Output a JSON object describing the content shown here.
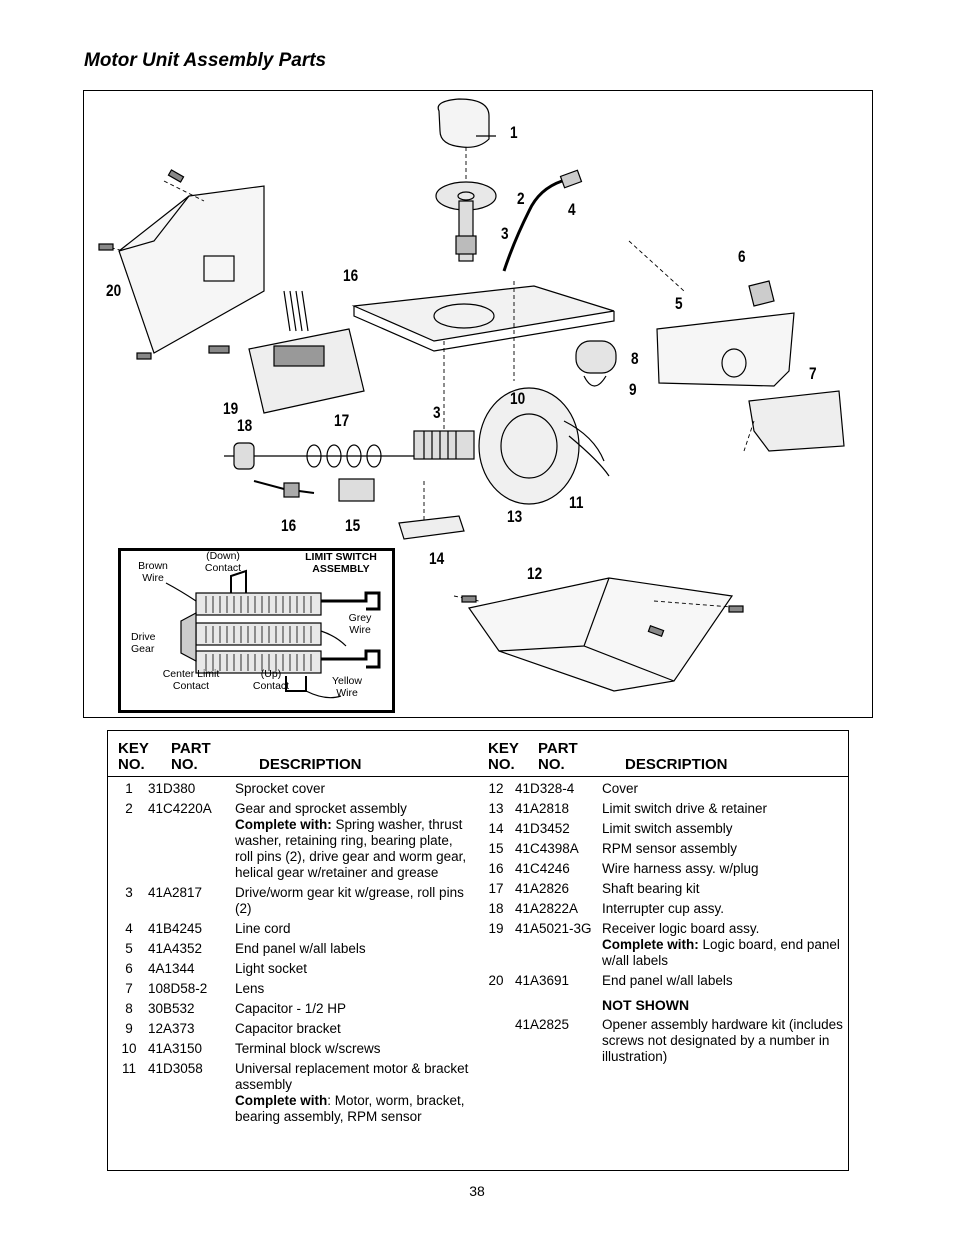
{
  "page": {
    "title": "Motor Unit Assembly Parts",
    "page_number": "38"
  },
  "figure": {
    "callouts": [
      "1",
      "2",
      "3",
      "4",
      "5",
      "6",
      "7",
      "8",
      "9",
      "10",
      "11",
      "12",
      "13",
      "14",
      "15",
      "16",
      "17",
      "18",
      "19",
      "20",
      "3",
      "16"
    ],
    "inset": {
      "title_line1": "LIMIT SWITCH",
      "title_line2": "ASSEMBLY",
      "down_contact": "(Down)\nContact",
      "brown_wire": "Brown\nWire",
      "drive_gear": "Drive\nGear",
      "grey_wire": "Grey\nWire",
      "center_limit": "Center Limit\nContact",
      "up_contact": "(Up)\nContact",
      "yellow_wire": "Yellow\nWire"
    }
  },
  "table": {
    "headers": {
      "key_1": "KEY",
      "key_2": "NO.",
      "part_1": "PART",
      "part_2": "NO.",
      "description": "DESCRIPTION"
    },
    "left_rows": [
      {
        "key": "1",
        "part": "31D380",
        "desc": "Sprocket cover"
      },
      {
        "key": "2",
        "part": "41C4220A",
        "desc": "Gear and sprocket assembly",
        "bold": "Complete with:",
        "extra": " Spring washer, thrust washer, retaining ring, bearing plate, roll pins (2), drive gear and worm gear, helical gear w/retainer and grease"
      },
      {
        "key": "3",
        "part": "41A2817",
        "desc": "Drive/worm gear kit w/grease, roll pins (2)"
      },
      {
        "key": "4",
        "part": "41B4245",
        "desc": "Line cord"
      },
      {
        "key": "5",
        "part": "41A4352",
        "desc": "End panel w/all labels"
      },
      {
        "key": "6",
        "part": "4A1344",
        "desc": "Light socket"
      },
      {
        "key": "7",
        "part": "108D58-2",
        "desc": "Lens"
      },
      {
        "key": "8",
        "part": "30B532",
        "desc": "Capacitor - 1/2 HP"
      },
      {
        "key": "9",
        "part": "12A373",
        "desc": "Capacitor bracket"
      },
      {
        "key": "10",
        "part": "41A3150",
        "desc": "Terminal block w/screws"
      },
      {
        "key": "11",
        "part": "41D3058",
        "desc": "Universal replacement motor & bracket assembly",
        "bold": "Complete with",
        "extra": ": Motor, worm, bracket, bearing assembly, RPM sensor"
      }
    ],
    "right_rows": [
      {
        "key": "12",
        "part": "41D328-4",
        "desc": "Cover"
      },
      {
        "key": "13",
        "part": "41A2818",
        "desc": "Limit switch drive & retainer"
      },
      {
        "key": "14",
        "part": "41D3452",
        "desc": "Limit switch assembly"
      },
      {
        "key": "15",
        "part": "41C4398A",
        "desc": "RPM sensor assembly"
      },
      {
        "key": "16",
        "part": "41C4246",
        "desc": "Wire harness assy. w/plug"
      },
      {
        "key": "17",
        "part": "41A2826",
        "desc": "Shaft bearing kit"
      },
      {
        "key": "18",
        "part": "41A2822A",
        "desc": "Interrupter cup assy."
      },
      {
        "key": "19",
        "part": "41A5021-3G",
        "desc": "Receiver logic board assy.",
        "bold": "Complete with:",
        "extra": " Logic board, end panel w/all labels"
      },
      {
        "key": "20",
        "part": "41A3691",
        "desc": "End panel w/all labels"
      }
    ],
    "not_shown": {
      "heading": "NOT SHOWN",
      "part": "41A2825",
      "desc": "Opener assembly hardware kit (includes screws not designated by a number in illustration)"
    }
  }
}
